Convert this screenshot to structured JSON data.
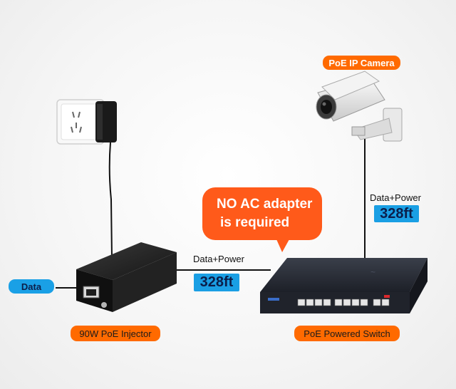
{
  "labels": {
    "camera": "PoE IP Camera",
    "injector": "90W PoE Injector",
    "switch": "PoE Powered Switch",
    "data": "Data"
  },
  "links": {
    "injector_to_switch": {
      "label": "Data+Power",
      "distance": "328ft"
    },
    "switch_to_camera": {
      "label": "Data+Power",
      "distance": "328ft"
    }
  },
  "callout": {
    "line1": "NO AC adapter",
    "line2": "is  required"
  },
  "colors": {
    "accent_orange": "#ff6a00",
    "accent_blue": "#1aa0e6",
    "device_black": "#1c1c1c",
    "cable": "#111111"
  },
  "icons": [
    "power-outlet-icon",
    "power-adapter-icon",
    "ip-camera-icon",
    "poe-injector-icon",
    "poe-switch-icon"
  ]
}
